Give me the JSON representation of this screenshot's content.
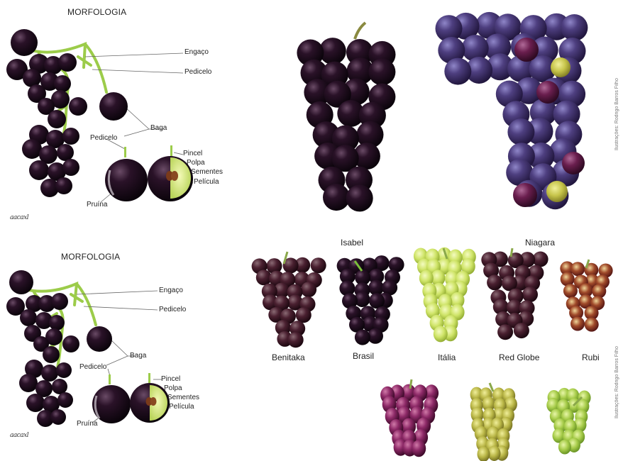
{
  "panel_top": {
    "title": "MORFOLOGIA",
    "labels": {
      "engaco": "Engaço",
      "pedicelo_stem": "Pedicelo",
      "baga": "Baga",
      "pedicelo": "Pedicelo",
      "pincel": "Pincel",
      "polpa": "Polpa",
      "sementes": "Sementes",
      "pelicula": "Película",
      "pruina": "Pruína"
    },
    "signature": "aacaxl"
  },
  "panel_bottom": {
    "title": "MORFOLOGIA",
    "labels": {
      "engaco": "Engaço",
      "pedicelo_stem": "Pedicelo",
      "baga": "Baga",
      "pedicelo": "Pedicelo",
      "pincel": "Pincel",
      "polpa": "Polpa",
      "sementes": "Sementes",
      "pelicula": "Película",
      "pruina": "Pruína"
    },
    "signature": "aacaxl"
  },
  "varieties_top": [
    "Isabel",
    "Niagara"
  ],
  "varieties_bottom": [
    "Benitaka",
    "Brasil",
    "Itália",
    "Red Globe",
    "Rubi"
  ],
  "credit_top": "Ilustrações: Rodrigo Barros Filho",
  "credit_bottom": "Ilustrações: Rodrigo Barros Filho",
  "colors": {
    "dark_grape": "#1e0b1c",
    "purple_grape": "#4a3a78",
    "red_grape": "#6a1030",
    "green_grape": "#c8df5a",
    "stem": "#9ccc4a",
    "bg": "#ffffff"
  }
}
